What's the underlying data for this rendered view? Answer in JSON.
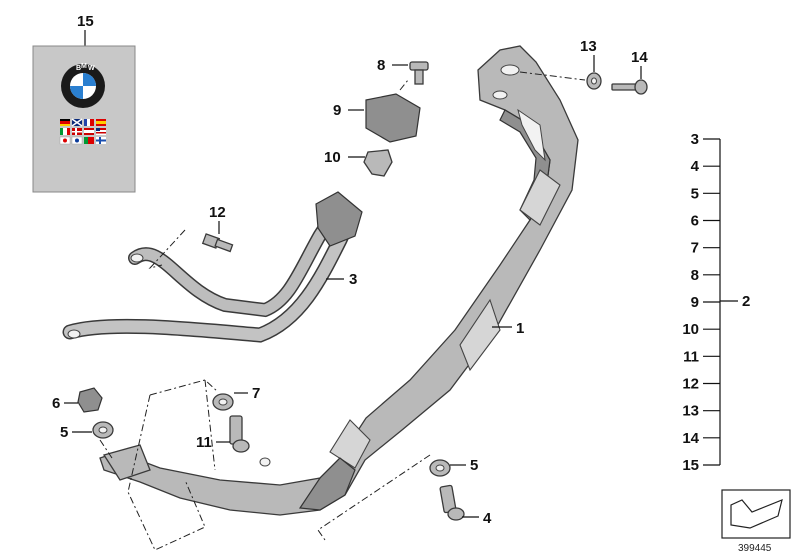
{
  "kit": {
    "label": "15"
  },
  "callouts": {
    "c1": "1",
    "c2": "2",
    "c3": "3",
    "c4": "4",
    "c5": "5",
    "c5b": "5",
    "c6": "6",
    "c7": "7",
    "c8": "8",
    "c9": "9",
    "c10": "10",
    "c11": "11",
    "c12": "12",
    "c13": "13",
    "c14": "14"
  },
  "bracket_list": {
    "group_label": "2",
    "items": [
      "3",
      "4",
      "5",
      "6",
      "7",
      "8",
      "9",
      "10",
      "11",
      "12",
      "13",
      "14",
      "15"
    ]
  },
  "reference_number": "399445",
  "colors": {
    "part_fill": "#b9b9b9",
    "kit_box": "#c8c8c8",
    "bmw_blue": "#2a7fd0"
  }
}
